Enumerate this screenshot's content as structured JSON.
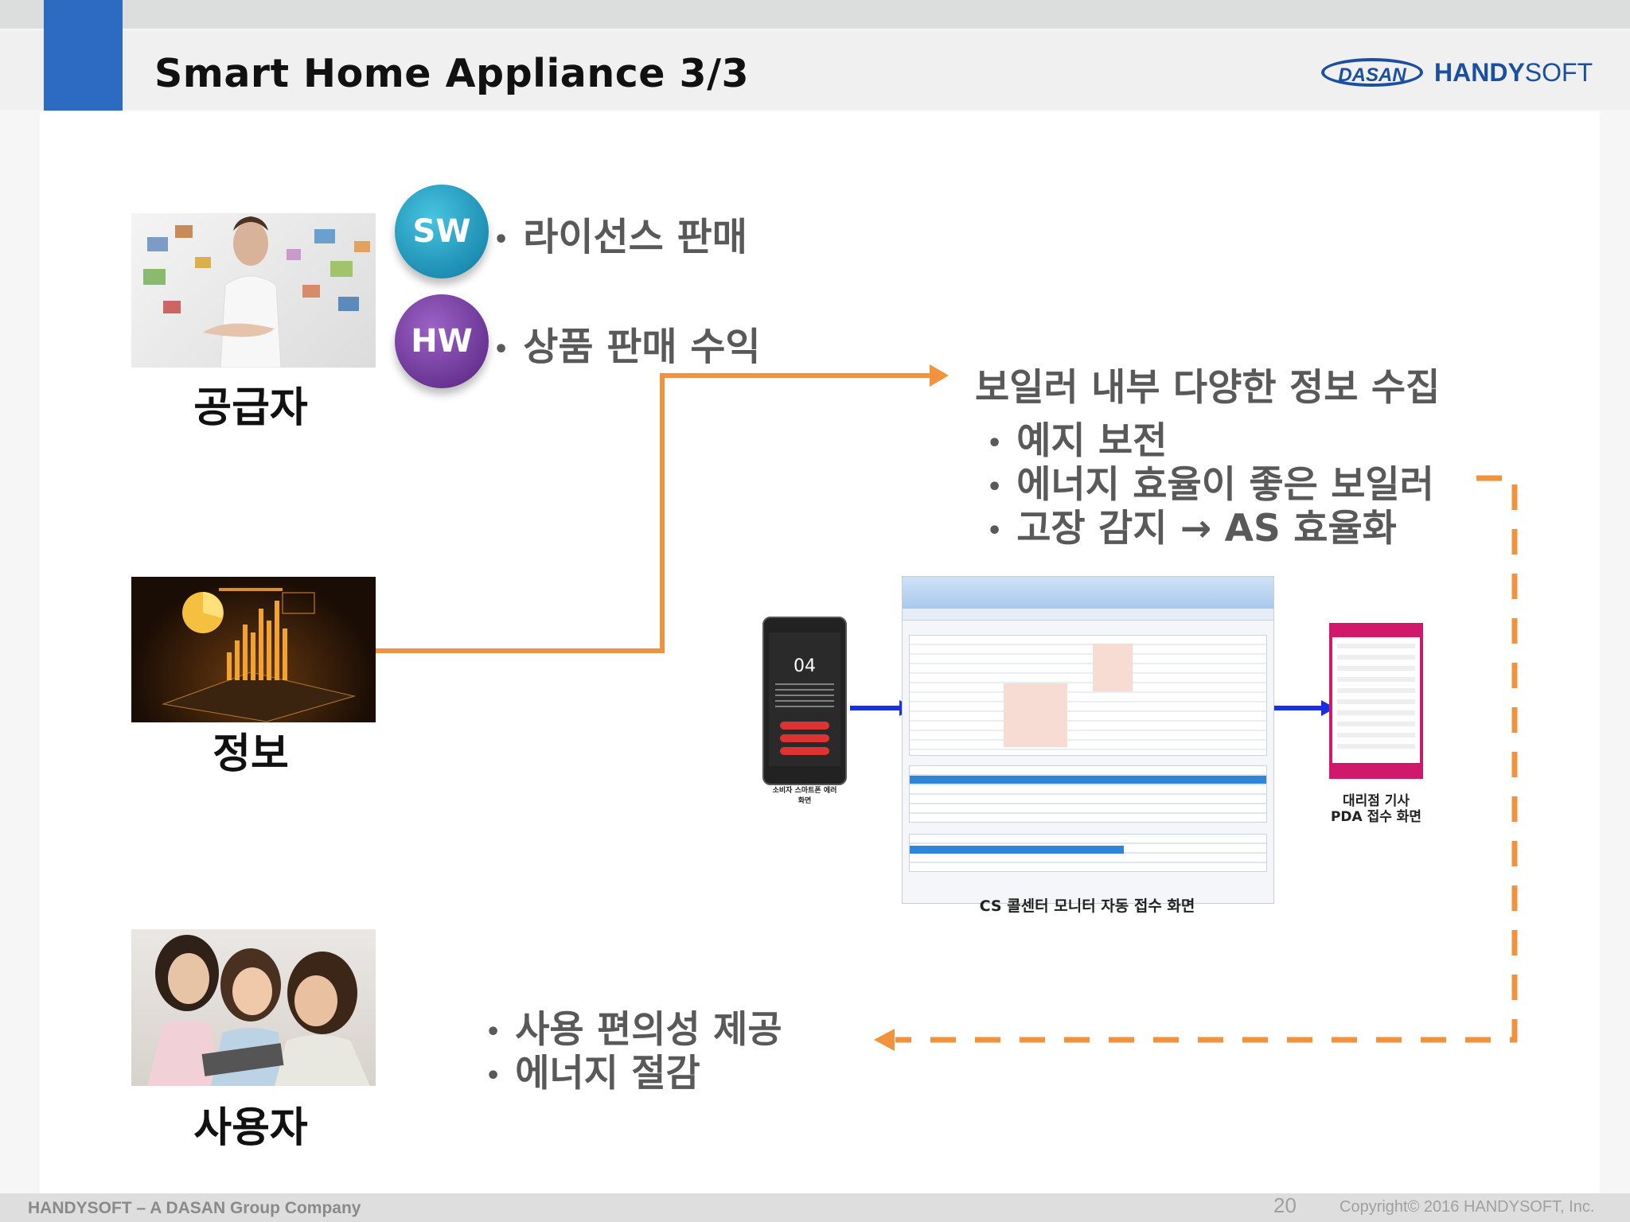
{
  "header": {
    "title": "Smart Home Appliance 3/3",
    "logo_brand": "DASAN",
    "logo_company_bold": "HANDY",
    "logo_company_light": "SOFT"
  },
  "supplier": {
    "label": "공급자",
    "sw_badge": "SW",
    "sw_text": "라이선스 판매",
    "hw_badge": "HW",
    "hw_text": "상품 판매 수익"
  },
  "info": {
    "label": "정보",
    "heading": "보일러 내부 다양한 정보 수집",
    "bullets": [
      "예지 보전",
      "에너지 효율이 좋은 보일러",
      "고장 감지 → AS 효율화"
    ]
  },
  "screens": {
    "phone_value": "04",
    "phone_caption": "소비자 스마트폰 에러 화면",
    "monitor_caption": "CS 콜센터 모니터 자동 접수 화면",
    "pda_caption_line1": "대리점 기사",
    "pda_caption_line2": "PDA 접수 화면"
  },
  "user": {
    "label": "사용자",
    "bullets": [
      "사용 편의성 제공",
      "에너지 절감"
    ]
  },
  "footer": {
    "left": "HANDYSOFT – A DASAN Group Company",
    "page": "20",
    "copyright": "Copyright© 2016 HANDYSOFT, Inc."
  },
  "colors": {
    "accent_blue": "#2d6bc2",
    "arrow_orange": "#f0923e",
    "sw_teal": "#2aa6c8",
    "hw_purple": "#7a3fa6"
  }
}
